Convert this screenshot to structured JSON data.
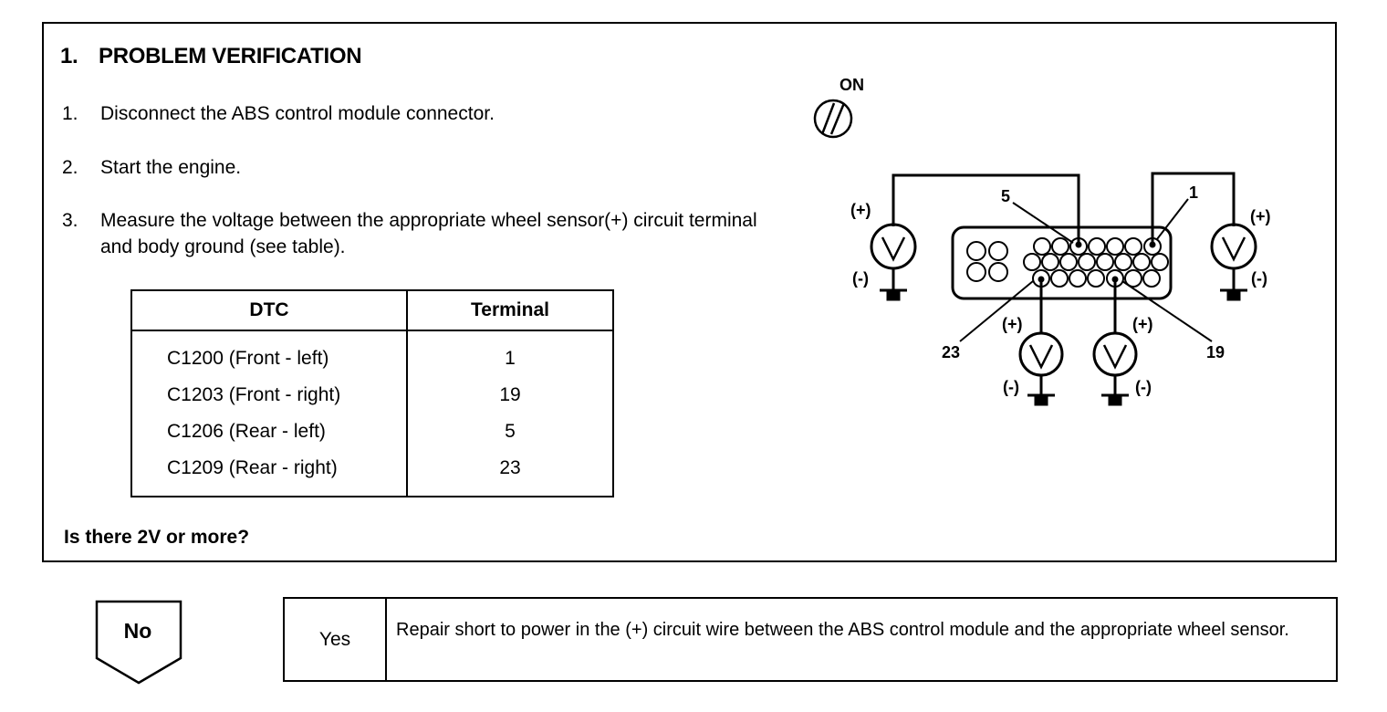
{
  "heading": {
    "number": "1.",
    "title": "PROBLEM VERIFICATION"
  },
  "steps": [
    {
      "number": "1.",
      "text": "Disconnect the ABS control module connector."
    },
    {
      "number": "2.",
      "text": "Start the engine."
    },
    {
      "number": "3.",
      "text": "Measure the voltage between the appropriate wheel sensor(+) circuit terminal and body ground (see table)."
    }
  ],
  "table": {
    "headers": [
      "DTC",
      "Terminal"
    ],
    "rows": [
      {
        "dtc": "C1200 (Front - left)",
        "terminal": "1"
      },
      {
        "dtc": "C1203 (Front - right)",
        "terminal": "19"
      },
      {
        "dtc": "C1206 (Rear - left)",
        "terminal": "5"
      },
      {
        "dtc": "C1209 (Rear - right)",
        "terminal": "23"
      }
    ]
  },
  "question": "Is there 2V or more?",
  "diagram": {
    "ignition_label": "ON",
    "plus": "(+)",
    "minus": "(-)",
    "pins": {
      "a": "5",
      "b": "1",
      "c": "23",
      "d": "19"
    }
  },
  "answers": {
    "no_label": "No",
    "yes_label": "Yes",
    "yes_action": "Repair short to power in the (+) circuit wire between the ABS control module and the appropriate wheel sensor."
  }
}
